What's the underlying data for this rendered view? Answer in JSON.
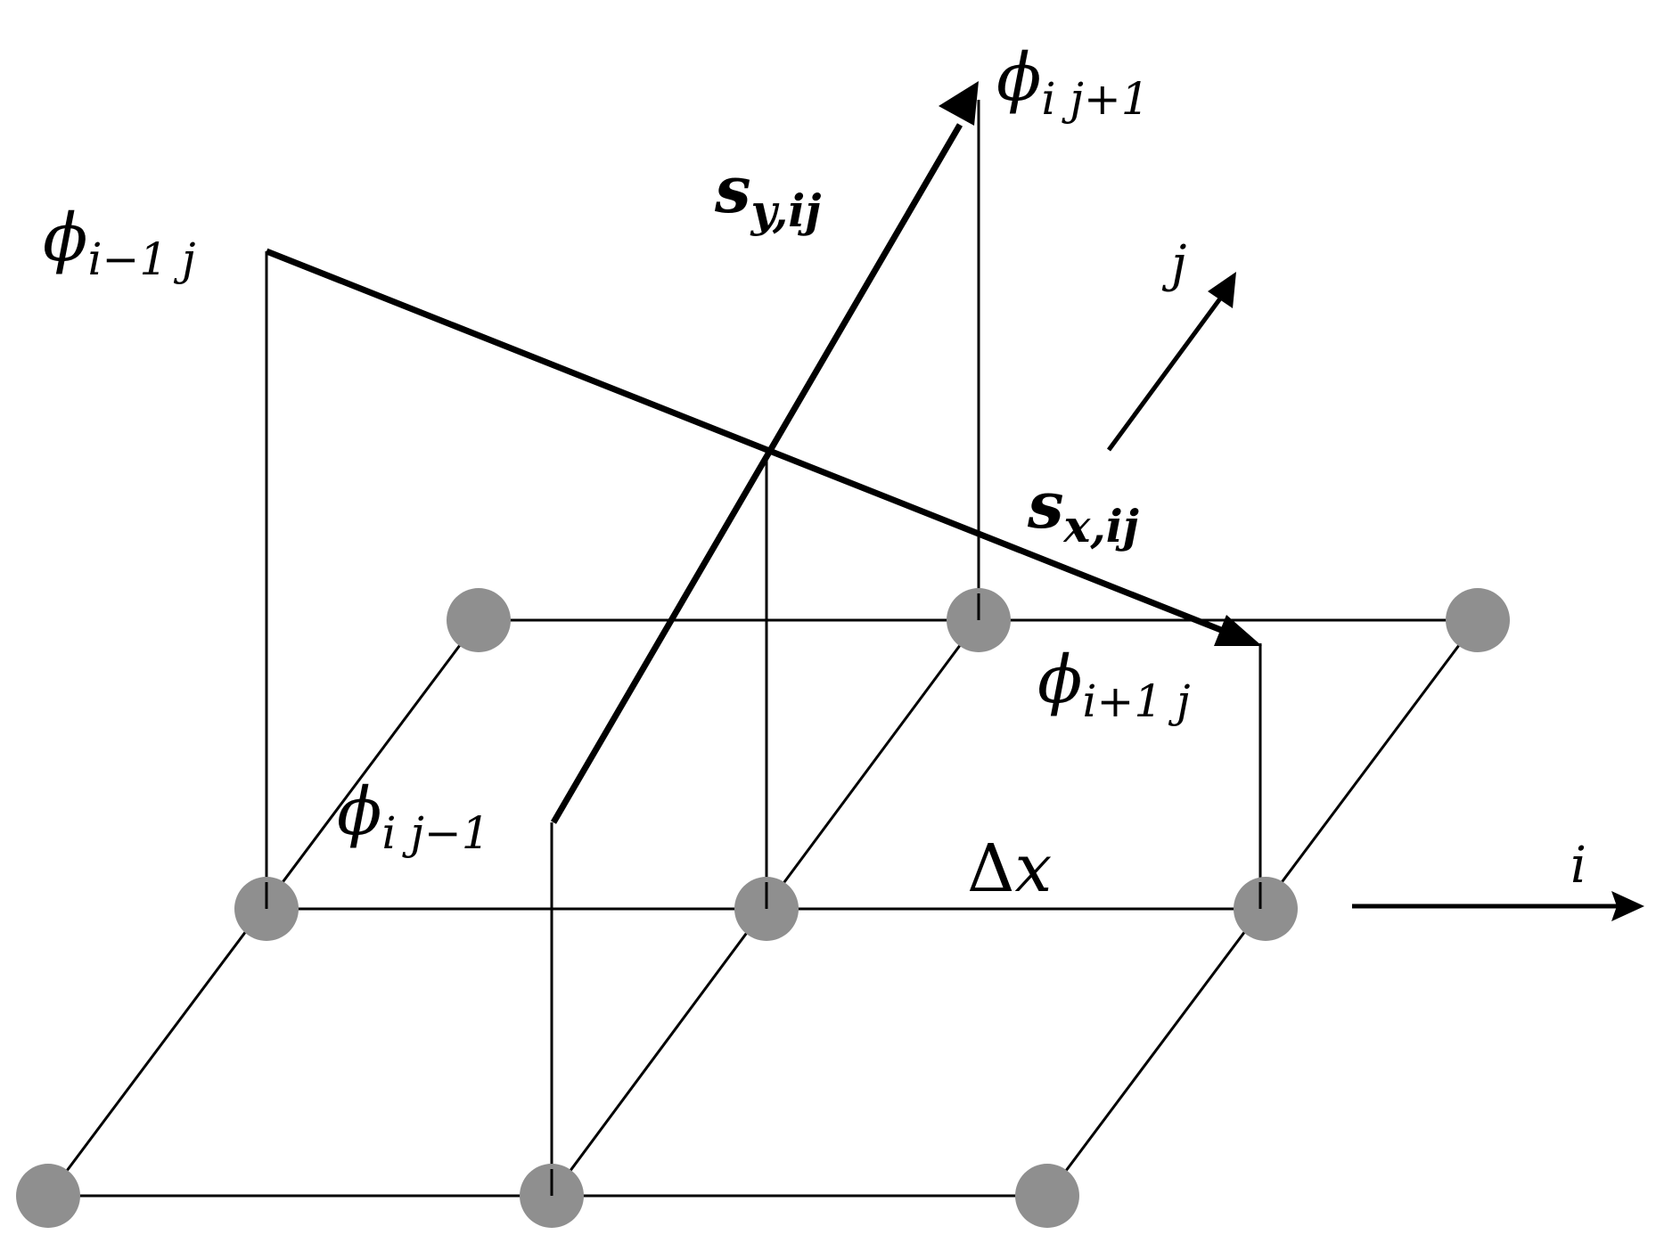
{
  "diagram": {
    "labels": {
      "phi_i_jp1": {
        "symbol": "ϕ",
        "subscript": "i j+1"
      },
      "phi_im1_j": {
        "symbol": "ϕ",
        "subscript": "i−1 j"
      },
      "phi_ip1_j": {
        "symbol": "ϕ",
        "subscript": "i+1 j"
      },
      "phi_i_jm1": {
        "symbol": "ϕ",
        "subscript": "i j−1"
      },
      "s_y": {
        "symbol": "s",
        "subscript": "y,ij"
      },
      "s_x": {
        "symbol": "s",
        "subscript": "x,ij"
      },
      "delta_x": {
        "symbol": "Δ",
        "variable": "x"
      },
      "axis_j": "j",
      "axis_i": "i"
    },
    "colors": {
      "node": "#8f8f8f",
      "line": "#000000",
      "background": "#ffffff"
    }
  }
}
